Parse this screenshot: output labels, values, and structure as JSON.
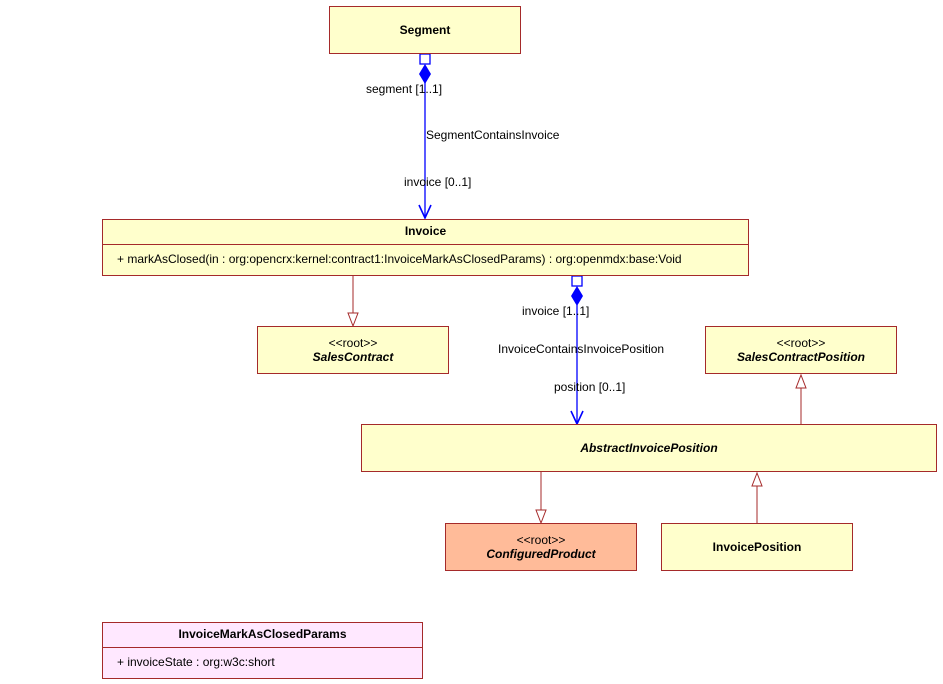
{
  "classes": {
    "segment": {
      "name": "Segment"
    },
    "invoice": {
      "name": "Invoice",
      "operations": [
        "+ markAsClosed(in : org:opencrx:kernel:contract1:InvoiceMarkAsClosedParams) : org:openmdx:base:Void"
      ]
    },
    "sales_contract": {
      "stereotype": "<<root>>",
      "name": "SalesContract"
    },
    "sales_contract_position": {
      "stereotype": "<<root>>",
      "name": "SalesContractPosition"
    },
    "abstract_invoice_position": {
      "name": "AbstractInvoicePosition"
    },
    "configured_product": {
      "stereotype": "<<root>>",
      "name": "ConfiguredProduct"
    },
    "invoice_position": {
      "name": "InvoicePosition"
    },
    "invoice_mark_as_closed_params": {
      "name": "InvoiceMarkAsClosedParams",
      "attributes": [
        "+ invoiceState : org:w3c:short"
      ]
    }
  },
  "associations": {
    "segment_contains_invoice": {
      "name": "SegmentContainsInvoice",
      "source_role": "segment [1..1]",
      "target_role": "invoice [0..1]"
    },
    "invoice_contains_invoice_position": {
      "name": "InvoiceContainsInvoicePosition",
      "source_role": "invoice [1..1]",
      "target_role": "position [0..1]"
    }
  },
  "colors": {
    "class_border": "#a52a2a",
    "class_fill": "#ffffcc",
    "root_highlight_fill": "#ffbb99",
    "params_fill": "#ffe8ff",
    "association_line": "#0000ff",
    "generalization_line": "#a52a2a"
  }
}
